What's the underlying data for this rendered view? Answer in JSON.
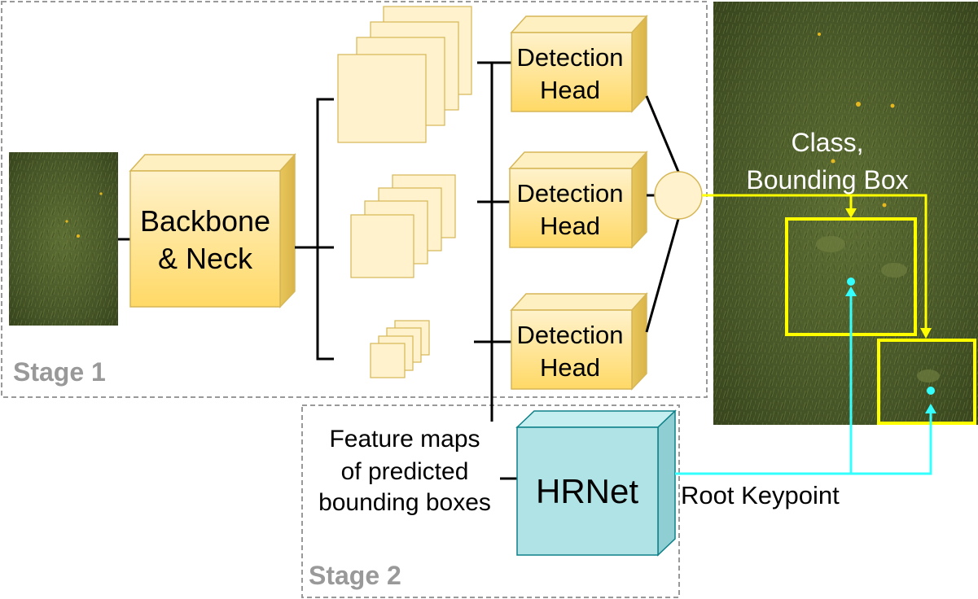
{
  "stages": {
    "stage1": "Stage 1",
    "stage2": "Stage 2"
  },
  "backbone": {
    "line1": "Backbone",
    "line2": "& Neck"
  },
  "detection_heads": [
    {
      "line1": "Detection",
      "line2": "Head"
    },
    {
      "line1": "Detection",
      "line2": "Head"
    },
    {
      "line1": "Detection",
      "line2": "Head"
    }
  ],
  "hrnet": {
    "label": "HRNet"
  },
  "feature_maps_caption": [
    "Feature maps",
    "of predicted",
    "bounding boxes"
  ],
  "output_labels": {
    "class_line1": "Class,",
    "class_line2": "Bounding Box",
    "root_keypoint": "Root Keypoint"
  },
  "colors": {
    "block_fill_top": "#fff2cc",
    "block_fill_bottom": "#ffd966",
    "block_stroke": "#d6b656",
    "hrnet_fill": "#b0e3e6",
    "hrnet_stroke": "#0e8088",
    "bbox_arrow": "#ffff00",
    "keypoint_arrow": "#33ffff",
    "stage_border": "#999999",
    "grass": "#4a5a28"
  }
}
